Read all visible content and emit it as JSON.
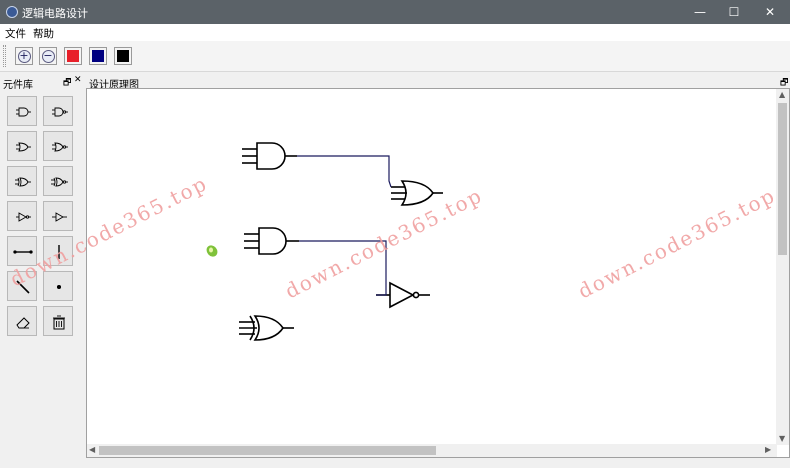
{
  "window": {
    "title": "逻辑电路设计",
    "minimize_glyph": "—",
    "maximize_glyph": "☐",
    "close_glyph": "✕"
  },
  "menu": {
    "items": [
      "文件",
      "帮助"
    ]
  },
  "toolbar": {
    "zoom_in_glyph": "+",
    "zoom_out_glyph": "−",
    "colors": [
      "#e8202a",
      "#000080",
      "#000000"
    ]
  },
  "dock": {
    "title": "元件库",
    "float_glyph": "🗗",
    "close_glyph": "✕",
    "components": [
      {
        "icon": "and-gate-icon"
      },
      {
        "icon": "nand-gate-icon"
      },
      {
        "icon": "or-gate-icon"
      },
      {
        "icon": "nor-gate-icon"
      },
      {
        "icon": "xor-gate-icon"
      },
      {
        "icon": "xnor-gate-icon"
      },
      {
        "icon": "not-gate-icon"
      },
      {
        "icon": "buffer-gate-icon"
      },
      {
        "icon": "wire-horizontal-icon"
      },
      {
        "icon": "wire-vertical-icon"
      },
      {
        "icon": "wire-diagonal-icon"
      },
      {
        "icon": "junction-dot-icon"
      },
      {
        "icon": "eraser-icon"
      },
      {
        "icon": "trash-icon"
      }
    ]
  },
  "canvas": {
    "title": "设计原理图",
    "float_glyph": "🗗",
    "wire_color": "#1a1a5e"
  },
  "watermark": [
    "down.code365.top",
    "down.code365.top",
    "down.code365.top"
  ]
}
